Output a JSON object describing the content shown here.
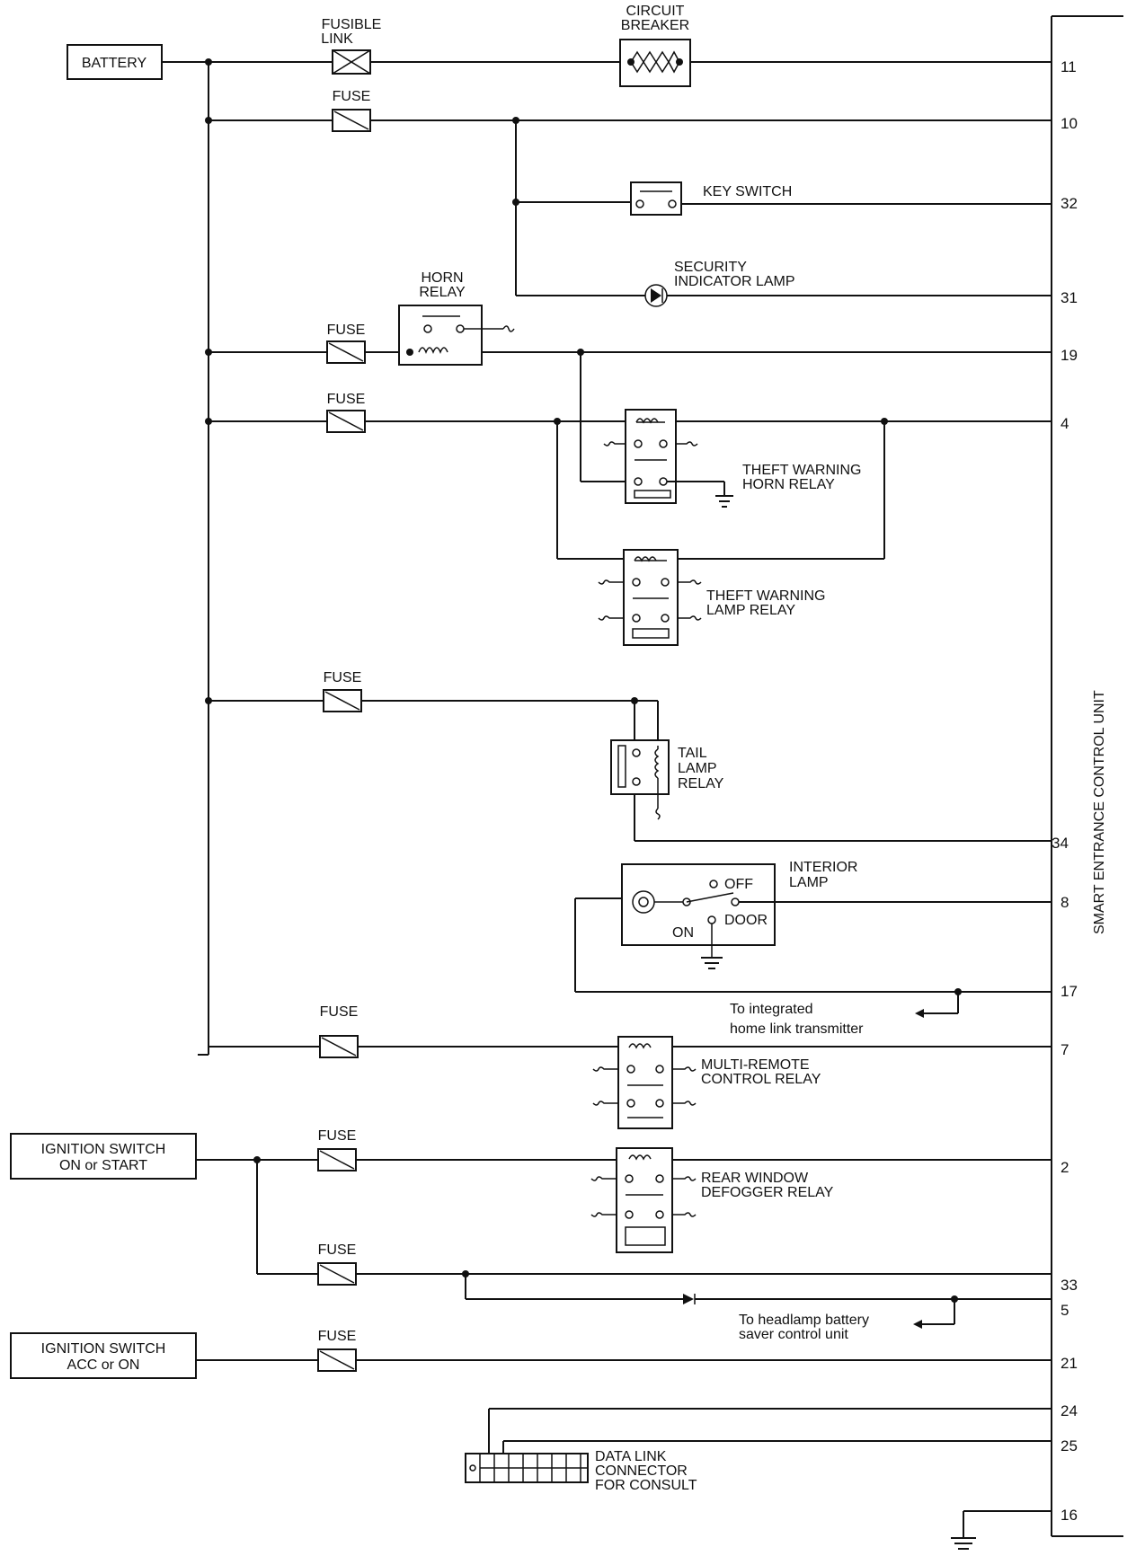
{
  "sources": {
    "battery": "BATTERY",
    "ign_on_start": [
      "IGNITION SWITCH",
      "ON or START"
    ],
    "ign_acc_on": [
      "IGNITION SWITCH",
      "ACC or ON"
    ]
  },
  "fuses": {
    "fusible_link": [
      "FUSIBLE",
      "LINK"
    ],
    "fuse": "FUSE"
  },
  "components": {
    "circuit_breaker": [
      "CIRCUIT",
      "BREAKER"
    ],
    "key_switch": "KEY SWITCH",
    "security_lamp": [
      "SECURITY",
      "INDICATOR LAMP"
    ],
    "horn_relay": [
      "HORN",
      "RELAY"
    ],
    "theft_horn_relay": [
      "THEFT WARNING",
      "HORN RELAY"
    ],
    "theft_lamp_relay": [
      "THEFT WARNING",
      "LAMP RELAY"
    ],
    "tail_lamp_relay": [
      "TAIL",
      "LAMP",
      "RELAY"
    ],
    "interior_lamp": [
      "INTERIOR",
      "LAMP"
    ],
    "interior_off": "OFF",
    "interior_door": "DOOR",
    "interior_on": "ON",
    "multi_remote_relay": [
      "MULTI-REMOTE",
      "CONTROL RELAY"
    ],
    "rear_defogger_relay": [
      "REAR WINDOW",
      "DEFOGGER RELAY"
    ],
    "data_link": [
      "DATA LINK",
      "CONNECTOR",
      "FOR CONSULT"
    ]
  },
  "notes": {
    "homelink": [
      "To integrated",
      "home link transmitter"
    ],
    "headlamp": [
      "To headlamp battery",
      "saver control unit"
    ]
  },
  "control_unit": {
    "title": "SMART ENTRANCE CONTROL UNIT",
    "pins": [
      "11",
      "10",
      "32",
      "31",
      "19",
      "4",
      "34",
      "8",
      "17",
      "7",
      "2",
      "33",
      "5",
      "21",
      "24",
      "25",
      "16"
    ]
  }
}
